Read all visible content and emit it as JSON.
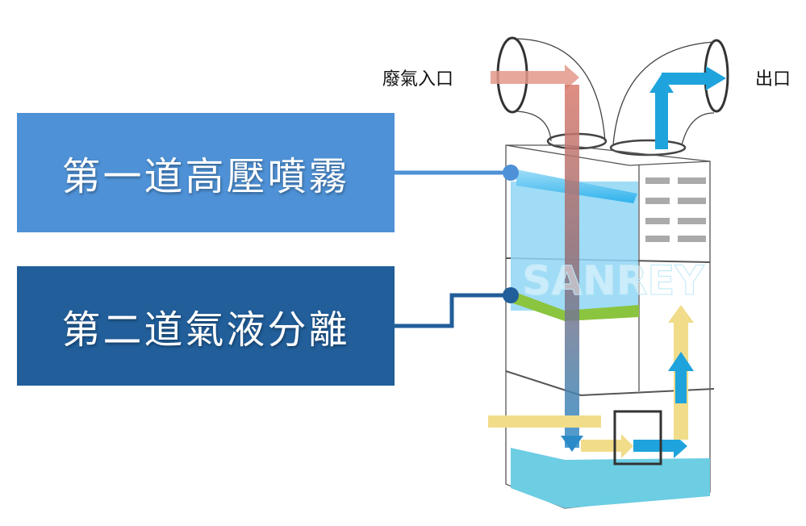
{
  "stages": [
    {
      "label": "第一道高壓噴霧",
      "color": "#4E91D6"
    },
    {
      "label": "第二道氣液分離",
      "color": "#215E9A"
    }
  ],
  "labels": {
    "inlet": "廢氣入口",
    "outlet": "出口"
  },
  "watermark": "SANREY",
  "colors": {
    "inlet_flow": "#D9786A",
    "clean_flow": "#1FA3DC",
    "air_flow": "#F1DC8A",
    "water": "#6CCDE3",
    "demister": "#8BC43F"
  }
}
